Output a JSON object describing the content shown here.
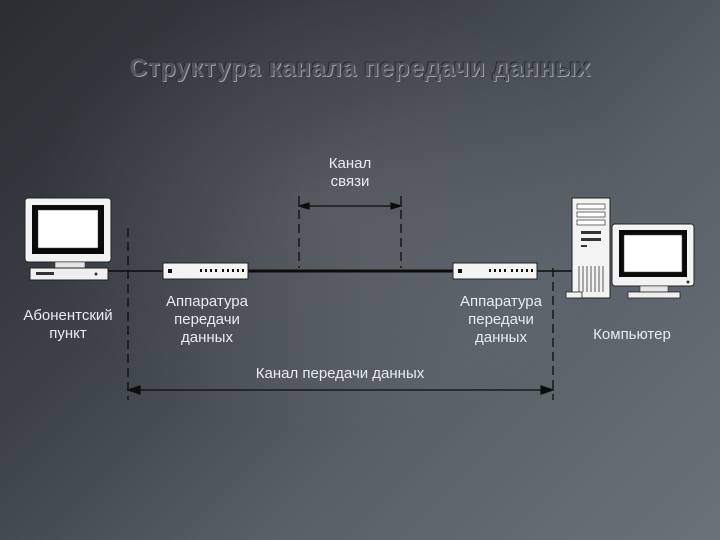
{
  "title": "Структура канала передачи данных",
  "labels": {
    "channel_link": [
      "Канал",
      "связи"
    ],
    "subscriber_point": [
      "Абонентский",
      "пункт"
    ],
    "equipment_left": [
      "Аппаратура",
      "передачи",
      "данных"
    ],
    "equipment_right": [
      "Аппаратура",
      "передачи",
      "данных"
    ],
    "computer": "Компьютер",
    "data_channel": "Канал передачи данных"
  },
  "colors": {
    "line": "#111111",
    "label_text": "#e9ebee",
    "device_body": "#f2f2f2"
  },
  "icons": [
    "monitor-terminal-icon",
    "modem-icon",
    "modem-icon",
    "tower-pc-icon",
    "monitor-icon"
  ]
}
